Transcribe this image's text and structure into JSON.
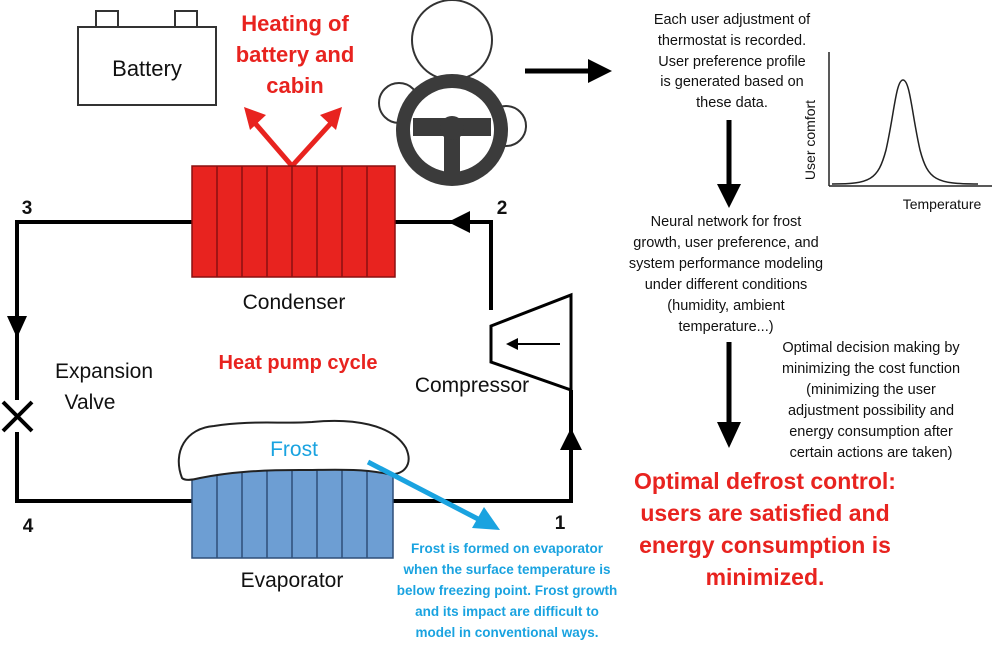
{
  "labels": {
    "battery": "Battery",
    "heating": [
      "Heating of",
      "battery and",
      "cabin"
    ],
    "condenser": "Condenser",
    "heat_pump_cycle": "Heat pump cycle",
    "expansion_valve": [
      "Expansion",
      "Valve"
    ],
    "compressor": "Compressor",
    "evaporator": "Evaporator",
    "frost": "Frost",
    "point_1": "1",
    "point_2": "2",
    "point_3": "3",
    "point_4": "4"
  },
  "notes": {
    "user_adjustment": [
      "Each user adjustment of",
      "thermostat is recorded.",
      "User preference profile",
      "is generated based on",
      "these data."
    ],
    "neural_network": [
      "Neural network for frost",
      "growth, user preference, and",
      "system performance modeling",
      "under different conditions",
      "(humidity, ambient",
      "temperature...)"
    ],
    "optimal_decision": [
      "Optimal decision making by",
      "minimizing the cost function",
      "(minimizing the user",
      "adjustment possibility and",
      "energy consumption after",
      "certain actions are taken)"
    ],
    "frost_note": [
      "Frost is formed on evaporator",
      "when the surface temperature is",
      "below freezing point. Frost growth",
      "and its impact are difficult to",
      "model in conventional ways."
    ],
    "result": [
      "Optimal defrost control:",
      "users are satisfied and",
      "energy consumption is",
      "minimized."
    ]
  },
  "comfort_chart": {
    "ylabel": "User comfort",
    "xlabel": "Temperature"
  },
  "colors": {
    "condenser": "#e8231f",
    "evaporator": "#6d9ed3",
    "accent_red": "#e8231f",
    "accent_blue": "#1aa3e0",
    "steering": "#3b3b3b"
  }
}
